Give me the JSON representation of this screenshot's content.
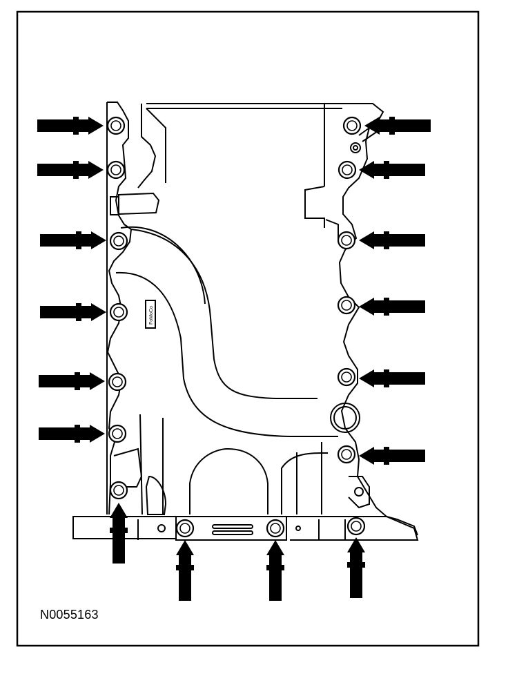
{
  "figure": {
    "id": "N0055163",
    "housing_badge": "FoMoCo"
  },
  "colors": {
    "line": "#000000",
    "background": "#ffffff"
  },
  "callouts": {
    "left_side_arrow_count": 6,
    "right_side_arrow_count": 6,
    "bottom_arrow_count": 4,
    "total_bolts_indicated": 16,
    "arrow_style": "filled-black-double-chevron"
  }
}
